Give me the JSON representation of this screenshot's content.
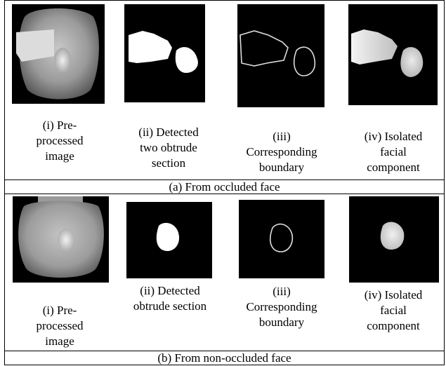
{
  "figure": {
    "panels": [
      {
        "caption": "(a) From occluded face",
        "items": [
          {
            "label": [
              "(i) Pre-",
              "processed",
              "image"
            ],
            "kind": "preprocessed-occluded"
          },
          {
            "label": [
              "(ii) Detected",
              "two obtrude",
              "section"
            ],
            "kind": "obtrude-two"
          },
          {
            "label": [
              "(iii)",
              "Corresponding",
              "boundary"
            ],
            "kind": "boundary-two"
          },
          {
            "label": [
              "(iv) Isolated",
              "facial",
              "component"
            ],
            "kind": "isolated-nose-occluded"
          }
        ]
      },
      {
        "caption": "(b) From non-occluded face",
        "items": [
          {
            "label": [
              "(i) Pre-",
              "processed",
              "image"
            ],
            "kind": "preprocessed-clean"
          },
          {
            "label": [
              "(ii) Detected",
              "obtrude section"
            ],
            "kind": "obtrude-one"
          },
          {
            "label": [
              "(iii)",
              "Corresponding",
              "boundary"
            ],
            "kind": "boundary-one"
          },
          {
            "label": [
              "(iv) Isolated",
              "facial",
              "component"
            ],
            "kind": "isolated-nose-clean"
          }
        ]
      }
    ]
  }
}
